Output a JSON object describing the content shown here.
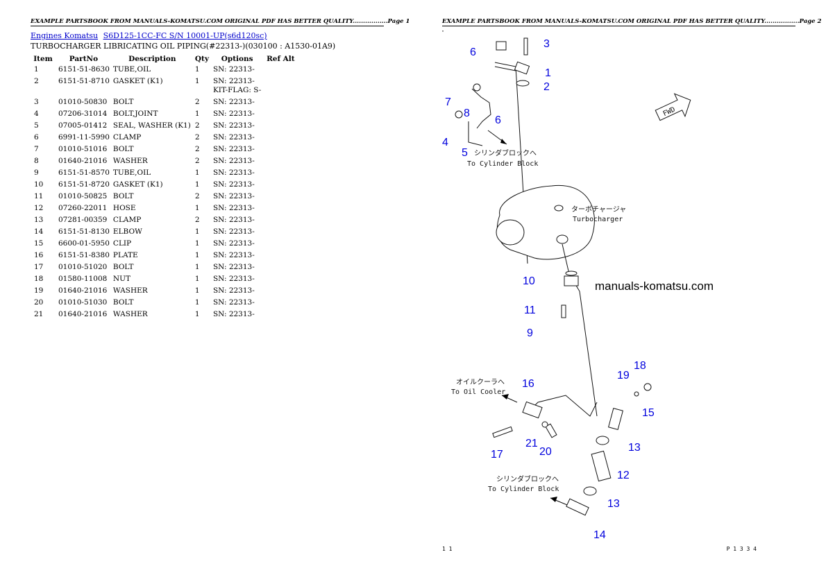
{
  "page1": {
    "header": "EXAMPLE PARTSBOOK FROM MANUALS-KOMATSU.COM ORIGINAL PDF HAS BETTER QUALITY.................Page 1",
    "links": [
      "Engines Komatsu",
      "S6D125-1CC-FC S/N 10001-UP(s6d120sc)"
    ],
    "subtitle": "TURBOCHARGER LIBRICATING OIL PIPING(#22313-)(030100 : A1530-01A9)",
    "columns": [
      "Item",
      "PartNo",
      "Description",
      "Qty",
      "Options",
      "Ref Alt"
    ],
    "rows": [
      [
        "1",
        "6151-51-8630",
        "TUBE,OIL",
        "1",
        "SN: 22313-"
      ],
      [
        "2",
        "6151-51-8710",
        "GASKET (K1)",
        "1",
        "SN: 22313-",
        "KIT-FLAG: S-"
      ],
      [
        "3",
        "01010-50830",
        "BOLT",
        "2",
        "SN: 22313-"
      ],
      [
        "4",
        "07206-31014",
        "BOLT,JOINT",
        "1",
        "SN: 22313-"
      ],
      [
        "5",
        "07005-01412",
        "SEAL, WASHER (K1)",
        "2",
        "SN: 22313-"
      ],
      [
        "6",
        "6991-11-5990",
        "CLAMP",
        "2",
        "SN: 22313-"
      ],
      [
        "7",
        "01010-51016",
        "BOLT",
        "2",
        "SN: 22313-"
      ],
      [
        "8",
        "01640-21016",
        "WASHER",
        "2",
        "SN: 22313-"
      ],
      [
        "9",
        "6151-51-8570",
        "TUBE,OIL",
        "1",
        "SN: 22313-"
      ],
      [
        "10",
        "6151-51-8720",
        "GASKET (K1)",
        "1",
        "SN: 22313-"
      ],
      [
        "11",
        "01010-50825",
        "BOLT",
        "2",
        "SN: 22313-"
      ],
      [
        "12",
        "07260-22011",
        "HOSE",
        "1",
        "SN: 22313-"
      ],
      [
        "13",
        "07281-00359",
        "CLAMP",
        "2",
        "SN: 22313-"
      ],
      [
        "14",
        "6151-51-8130",
        "ELBOW",
        "1",
        "SN: 22313-"
      ],
      [
        "15",
        "6600-01-5950",
        "CLIP",
        "1",
        "SN: 22313-"
      ],
      [
        "16",
        "6151-51-8380",
        "PLATE",
        "1",
        "SN: 22313-"
      ],
      [
        "17",
        "01010-51020",
        "BOLT",
        "1",
        "SN: 22313-"
      ],
      [
        "18",
        "01580-11008",
        "NUT",
        "1",
        "SN: 22313-"
      ],
      [
        "19",
        "01640-21016",
        "WASHER",
        "1",
        "SN: 22313-"
      ],
      [
        "20",
        "01010-51030",
        "BOLT",
        "1",
        "SN: 22313-"
      ],
      [
        "21",
        "01640-21016",
        "WASHER",
        "1",
        "SN: 22313-"
      ]
    ]
  },
  "page2": {
    "header": "EXAMPLE PARTSBOOK FROM MANUALS-KOMATSU.COM ORIGINAL PDF HAS BETTER QUALITY.................Page 2",
    "watermark": "manuals-komatsu.com",
    "label_cyl_jp": "シリンダブロックへ",
    "label_cyl_en": "To Cylinder Block",
    "label_turbo_jp": "ターボチャージャ",
    "label_turbo_en": "Turbocharger",
    "label_oil_jp": "オイルクーラへ",
    "label_oil_en": "To Oil Cooler",
    "label_cyl2_jp": "シリンダブロックへ",
    "label_cyl2_en": "To Cylinder Block",
    "fwd": "FWD",
    "footer_left": "1 1",
    "footer_right": "P 1 3 3 4",
    "callouts": [
      "1",
      "2",
      "3",
      "4",
      "5",
      "6",
      "6",
      "7",
      "8",
      "9",
      "10",
      "11",
      "12",
      "13",
      "13",
      "14",
      "15",
      "16",
      "17",
      "18",
      "19",
      "20",
      "21"
    ]
  }
}
